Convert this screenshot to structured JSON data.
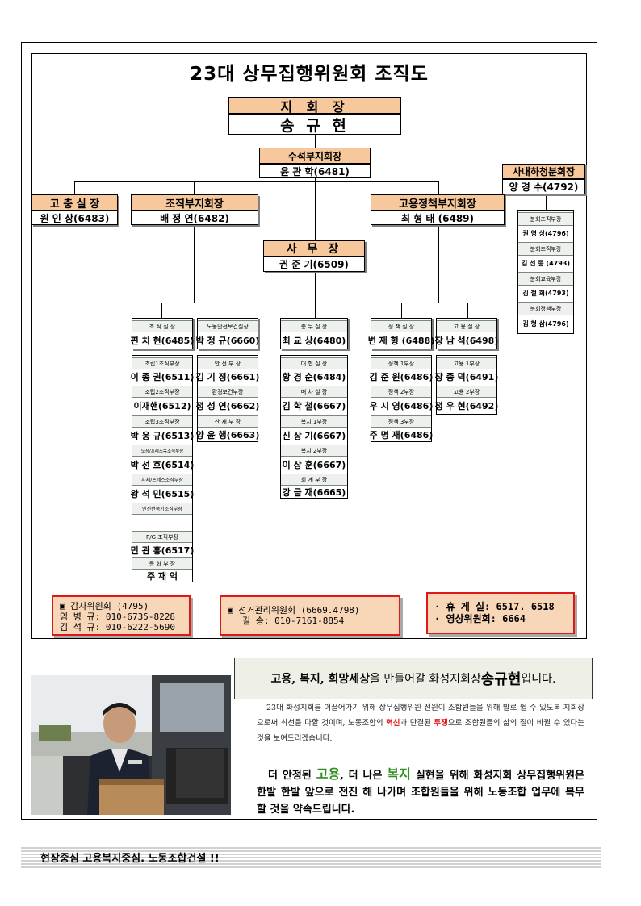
{
  "title": "23대 상무집행위원회 조직도",
  "chief": {
    "role": "지 회 장",
    "name": "송 규 현"
  },
  "senior_vice": {
    "role": "수석부지회장",
    "name": "윤 관 학(6481)"
  },
  "subcontract": {
    "role": "사내하청분회장",
    "name": "양 경 수(4792)",
    "members": [
      {
        "role": "분회조직부장",
        "name": "권 영 상(4796)"
      },
      {
        "role": "분회조직부장",
        "name": "김 선 종 (4793)"
      },
      {
        "role": "분회교육부장",
        "name": "김 철 희(4793)"
      },
      {
        "role": "분회정책부장",
        "name": "김 형 삼(4796)"
      }
    ]
  },
  "grievance": {
    "role": "고 충 실 장",
    "name": "원 인 상(6483)"
  },
  "org_vice": {
    "role": "조직부지회장",
    "name": "배 정 연(6482)"
  },
  "policy_vice": {
    "role": "고용정책부지회장",
    "name": "최 형 태 (6489)"
  },
  "secretary": {
    "role": "사 무 장",
    "name": "권 준 기(6509)"
  },
  "columns": {
    "org": {
      "head_role": "조 직 실 장",
      "head_name": "편 치 현(6485)",
      "rows": [
        {
          "role": "조립1조직부장",
          "name": "이 종 권(6511)"
        },
        {
          "role": "조립2조직부장",
          "name": "이재핸(6512)"
        },
        {
          "role": "조립3조직부장",
          "name": "박 웅 규(6513)"
        },
        {
          "role": "도장/프레스목조직부장",
          "name": "박 선 호(6514)"
        },
        {
          "role": "차체/프레스조직부장",
          "name": "왕 석 민(6515)"
        },
        {
          "role": "엔진변속기조직부장",
          "name": ""
        },
        {
          "role": "P/G 조직부장",
          "name": "민 관 홍(6517)"
        },
        {
          "role": "문 화 부 장",
          "name": "주 재 억"
        }
      ]
    },
    "safety": {
      "head_role": "노동안전보건실장",
      "head_name": "박 정 규(6660)",
      "rows": [
        {
          "role": "안 전 부 장",
          "name": "김 기 정(6661)"
        },
        {
          "role": "환경보건부장",
          "name": "정 성 연(6662)"
        },
        {
          "role": "산 재 부 장",
          "name": "양 윤 행(6663)"
        }
      ]
    },
    "general": {
      "head_role": "총 무 실 장",
      "head_name": "최 교 상(6480)",
      "rows": [
        {
          "role": "대 협 실 장",
          "name": "황 경 순(6484)"
        },
        {
          "role": "배 차 실 장",
          "name": "김 학 철(6667)"
        },
        {
          "role": "복지 1부장",
          "name": "신 상 기(6667)"
        },
        {
          "role": "복지 2부장",
          "name": "이 상 훈(6667)"
        },
        {
          "role": "회 계 부 장",
          "name": "강 금 재(6665)"
        }
      ]
    },
    "policy": {
      "head_role": "정 책 실 장",
      "head_name": "변 재 형 (6488)",
      "rows": [
        {
          "role": "정책 1부장",
          "name": "김 준 원(6486)"
        },
        {
          "role": "정책 2부장",
          "name": "우 시 영(6486)"
        },
        {
          "role": "정책 3부장",
          "name": "주 명 재(6486)"
        }
      ]
    },
    "employment": {
      "head_role": "고 용 실 장",
      "head_name": "장 남 석(6498)",
      "rows": [
        {
          "role": "고용 1부장",
          "name": "장 종 덕(6491)"
        },
        {
          "role": "고용 2부장",
          "name": "정 우 현(6492)"
        }
      ]
    }
  },
  "info_boxes": {
    "audit": {
      "line1": "▣ 감사위원회 (4795)",
      "line2": "임 병 규: 010-6735-8228",
      "line3": "김 석 규: 010-6222-5690"
    },
    "election": {
      "line1": "▣ 선거관리위원회 (6669.4798)",
      "line2": "길 송: 010-7161-8854"
    },
    "misc": {
      "line1": "· 휴   게   실: 6517. 6518",
      "line2": "· 영상위원회: 6664"
    }
  },
  "banner": {
    "part1": "고용, 복지, 희망세상",
    "part2": "을 만들어갈 화성지회장 ",
    "part3": "송규현",
    "part4": "입니다."
  },
  "paragraph1": {
    "a": "23대 화성지회를 이끌어가기 위해 상무집행위원 전원이 조합원들을 위해 발로 뛸 수 있도록 지회장으로써 최선을 다할 것이며, 노동조합의 ",
    "b": "혁신",
    "c": "과 단결된 ",
    "d": "투쟁",
    "e": "으로 조합원들의 삶의 질이 바뀔 수 있다는 것을 보여드리겠습니다."
  },
  "paragraph2": {
    "a": "더 안정된 ",
    "b": "고용",
    "c": ", 더 나은 ",
    "d": "복지",
    "e": " 실현을 위해 화성지회 상무집행위원은 한발 한발 앞으로 전진 해 나가며 조합원들을 위해 노동조합 업무에 복무 할 것을 약속드립니다."
  },
  "footer": "현장중심 고용복지중심. 노동조합건설 !!",
  "colors": {
    "header_fill": "#f7c89b",
    "info_fill": "#f8d6b8",
    "info_border": "#e01818",
    "highlight_red": "#e01818",
    "highlight_green": "#2f8f1f"
  }
}
